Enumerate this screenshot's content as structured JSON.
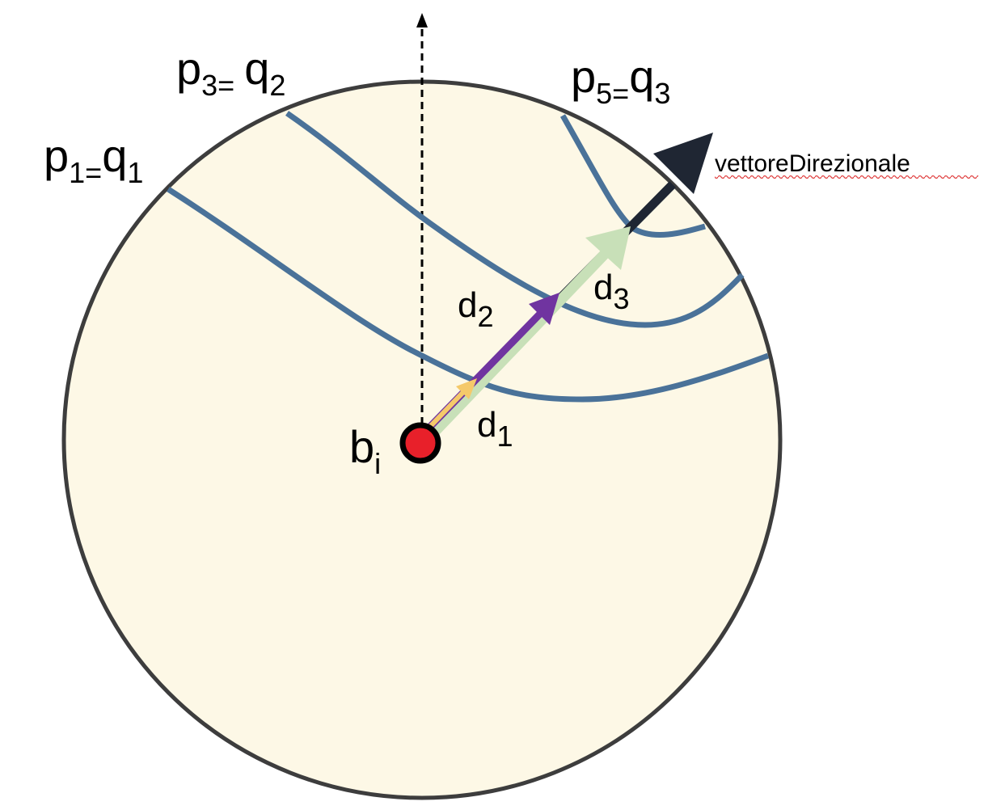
{
  "labels": {
    "p1": "p",
    "p1_sub": "1=",
    "q1": "q",
    "q1_sub": "1",
    "p3": "p",
    "p3_sub": "3=",
    "q2": "q",
    "q2_sub": "2",
    "p5": "p",
    "p5_sub": "5=",
    "q3": "q",
    "q3_sub": "3",
    "d1": "d",
    "d1_sub": "1",
    "d2": "d",
    "d2_sub": "2",
    "d3": "d",
    "d3_sub": "3",
    "bi": "b",
    "bi_sub": "i",
    "vector": "vettoreDirezionale"
  },
  "colors": {
    "disc_fill": "#fdf8e6",
    "disc_stroke": "#3d3d3d",
    "curve": "#4a7299",
    "origin": "#e8202a",
    "main_vector": "#1f2633",
    "d3_vector": "#c8e0b8",
    "d2_vector": "#7034a0",
    "d1_vector": "#f5c96a",
    "spell_underline": "#e04040"
  }
}
